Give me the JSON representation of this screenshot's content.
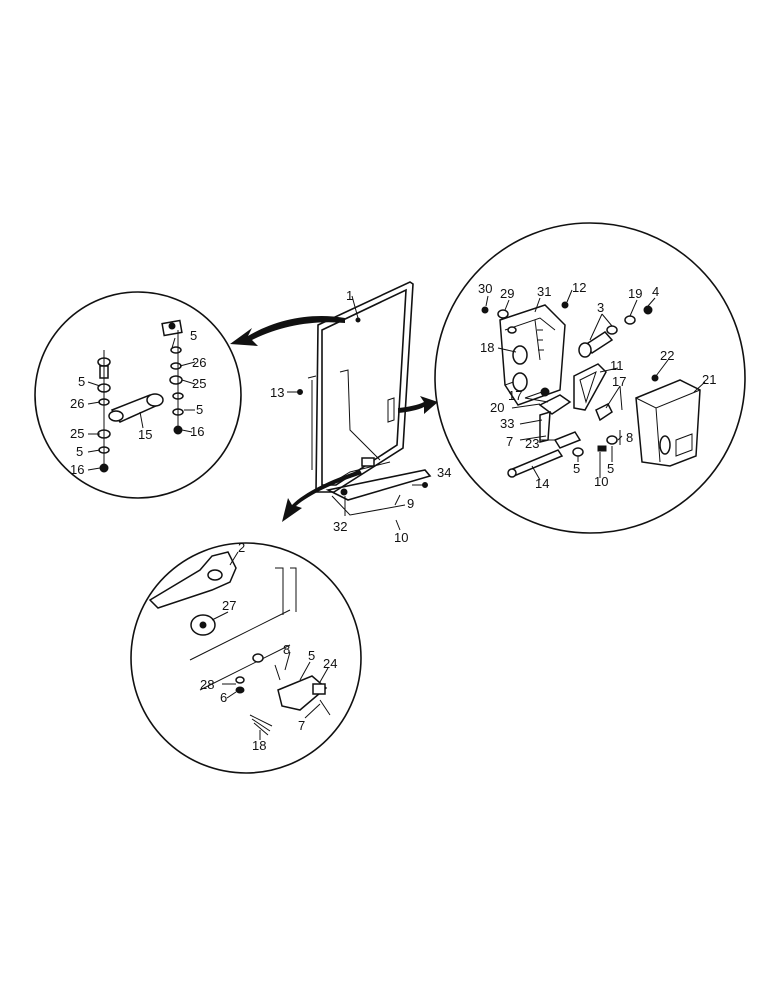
{
  "labels": {
    "l1": "1",
    "l2": "2",
    "l3": "3",
    "l4": "4",
    "l5": "5",
    "l6": "6",
    "l7": "7",
    "l8": "8",
    "l9": "9",
    "l10": "10",
    "l11": "11",
    "l12": "12",
    "l13": "13",
    "l14": "14",
    "l15": "15",
    "l16": "16",
    "l17": "17",
    "l18": "18",
    "l19": "19",
    "l20": "20",
    "l21": "21",
    "l22": "22",
    "l23": "23",
    "l24": "24",
    "l25": "25",
    "l26": "26",
    "l27": "27",
    "l28": "28",
    "l29": "29",
    "l30": "30",
    "l31": "31",
    "l32": "32",
    "l33": "33",
    "l34": "34"
  }
}
